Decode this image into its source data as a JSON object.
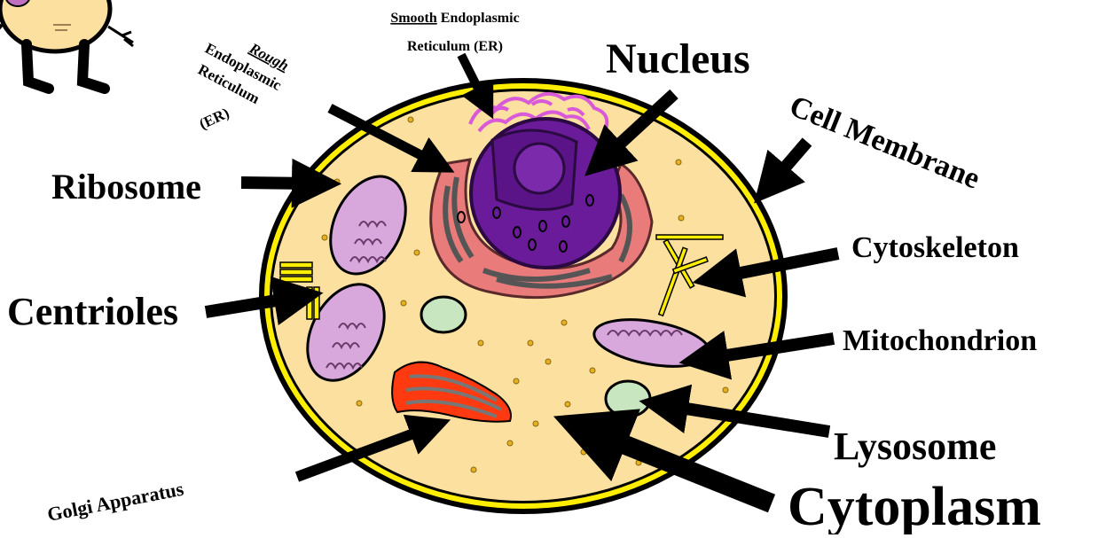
{
  "labels": {
    "smooth_er_line1_underlined": "Smooth",
    "smooth_er_line1_rest": " Endoplasmic",
    "smooth_er_line2": "Reticulum (ER)",
    "rough_er_line1": "Rough",
    "rough_er_line2": "Endoplasmic",
    "rough_er_line3": "Reticulum",
    "rough_er_line4": "(ER)",
    "nucleus": "Nucleus",
    "cell_membrane": "Cell Membrane",
    "ribosome": "Ribosome",
    "cytoskeleton": "Cytoskeleton",
    "centrioles": "Centrioles",
    "mitochondrion": "Mitochondrion",
    "lysosome": "Lysosome",
    "golgi_apparatus": "Golgi Apparatus",
    "cytoplasm": "Cytoplasm"
  },
  "colors": {
    "membrane_outer": "#000000",
    "membrane_yellow": "#ffee00",
    "cytoplasm": "#fbe0a0",
    "nucleus": "#6a1b9a",
    "nucleus_dark": "#4a0e72",
    "rough_er": "#e97b7b",
    "smooth_er": "#d88ad8",
    "mitochondrion": "#d8a8dc",
    "lysosome": "#c8e6c0",
    "golgi": "#ff3a10",
    "cytoskeleton": "#ffee00",
    "arrow": "#000000"
  }
}
